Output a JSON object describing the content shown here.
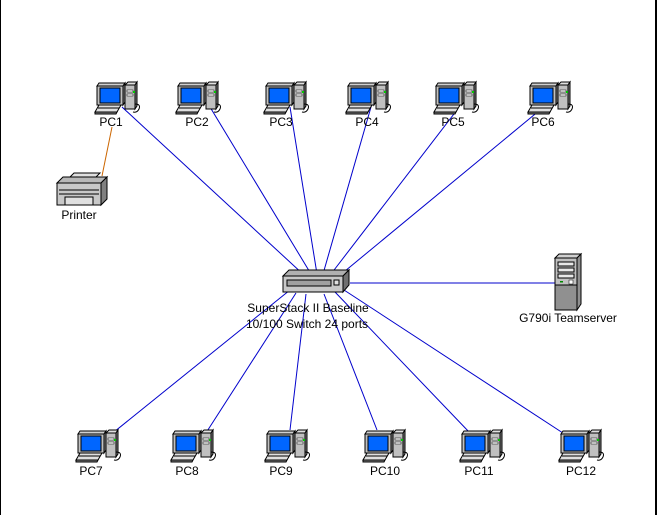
{
  "diagram": {
    "type": "network topology",
    "line_colors": {
      "ethernet": "#0000cc",
      "printer": "#cc6600"
    },
    "switch": {
      "id": "switch",
      "label_line1": "SuperStack II Baseline",
      "label_line2": "10/100 Switch 24 ports"
    },
    "server": {
      "id": "server",
      "label": "G790i Teamserver"
    },
    "printer": {
      "id": "printer",
      "label": "Printer",
      "connected_to": "PC1"
    },
    "pcs": [
      {
        "id": "PC1",
        "label": "PC1"
      },
      {
        "id": "PC2",
        "label": "PC2"
      },
      {
        "id": "PC3",
        "label": "PC3"
      },
      {
        "id": "PC4",
        "label": "PC4"
      },
      {
        "id": "PC5",
        "label": "PC5"
      },
      {
        "id": "PC6",
        "label": "PC6"
      },
      {
        "id": "PC7",
        "label": "PC7"
      },
      {
        "id": "PC8",
        "label": "PC8"
      },
      {
        "id": "PC9",
        "label": "PC9"
      },
      {
        "id": "PC10",
        "label": "PC10"
      },
      {
        "id": "PC11",
        "label": "PC11"
      },
      {
        "id": "PC12",
        "label": "PC12"
      }
    ],
    "connections": [
      [
        "switch",
        "PC1"
      ],
      [
        "switch",
        "PC2"
      ],
      [
        "switch",
        "PC3"
      ],
      [
        "switch",
        "PC4"
      ],
      [
        "switch",
        "PC5"
      ],
      [
        "switch",
        "PC6"
      ],
      [
        "switch",
        "PC7"
      ],
      [
        "switch",
        "PC8"
      ],
      [
        "switch",
        "PC9"
      ],
      [
        "switch",
        "PC10"
      ],
      [
        "switch",
        "PC11"
      ],
      [
        "switch",
        "PC12"
      ],
      [
        "switch",
        "server"
      ],
      [
        "PC1",
        "printer"
      ]
    ]
  }
}
